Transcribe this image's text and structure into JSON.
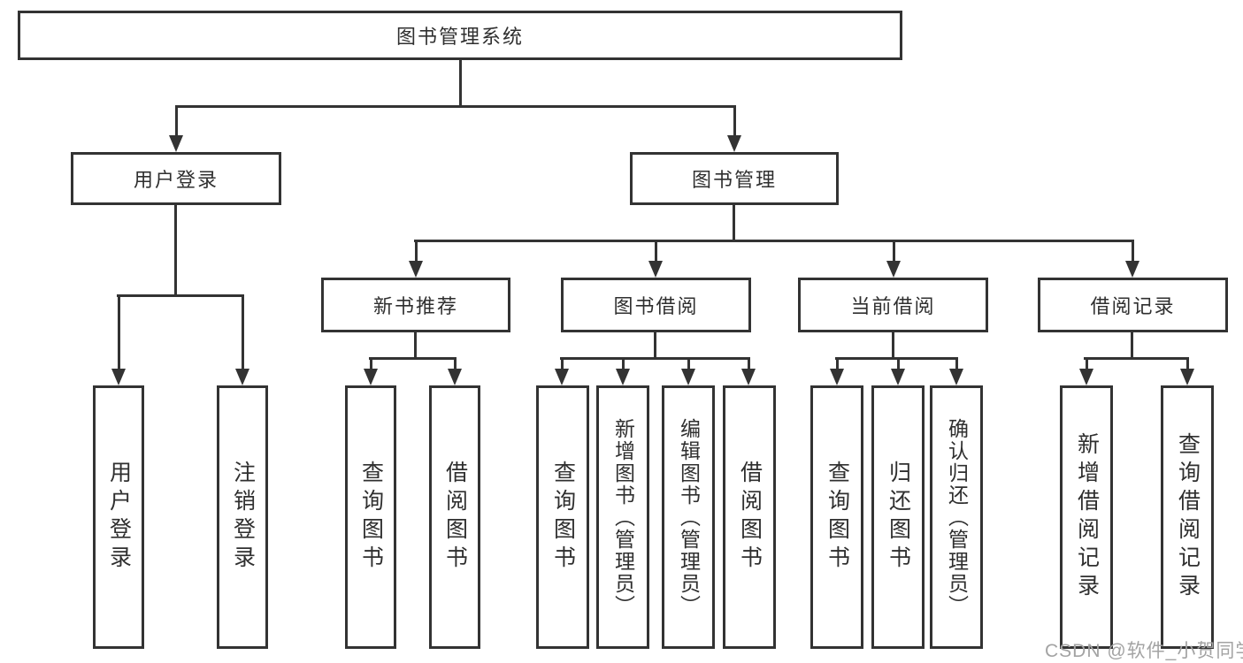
{
  "colors": {
    "line": "#333333",
    "text": "#2f2f2f",
    "watermark": "#a3a3a3",
    "background": "#ffffff"
  },
  "watermark": "CSDN @软件_小贺同学",
  "tree": {
    "root": {
      "label": "图书管理系统"
    },
    "level2": [
      {
        "label": "用户登录"
      },
      {
        "label": "图书管理"
      }
    ],
    "level3": [
      {
        "label": "新书推荐"
      },
      {
        "label": "图书借阅"
      },
      {
        "label": "当前借阅"
      },
      {
        "label": "借阅记录"
      }
    ],
    "leaves": {
      "user_login": [
        "用户登录",
        "注销登录"
      ],
      "new_books": [
        "查询图书",
        "借阅图书"
      ],
      "book_borrow": [
        "查询图书",
        "新增图书（管理员）",
        "编辑图书（管理员）",
        "借阅图书"
      ],
      "current_borrow": [
        "查询图书",
        "归还图书",
        "确认归还（管理员）"
      ],
      "borrow_records": [
        "新增借阅记录",
        "查询借阅记录"
      ]
    }
  }
}
